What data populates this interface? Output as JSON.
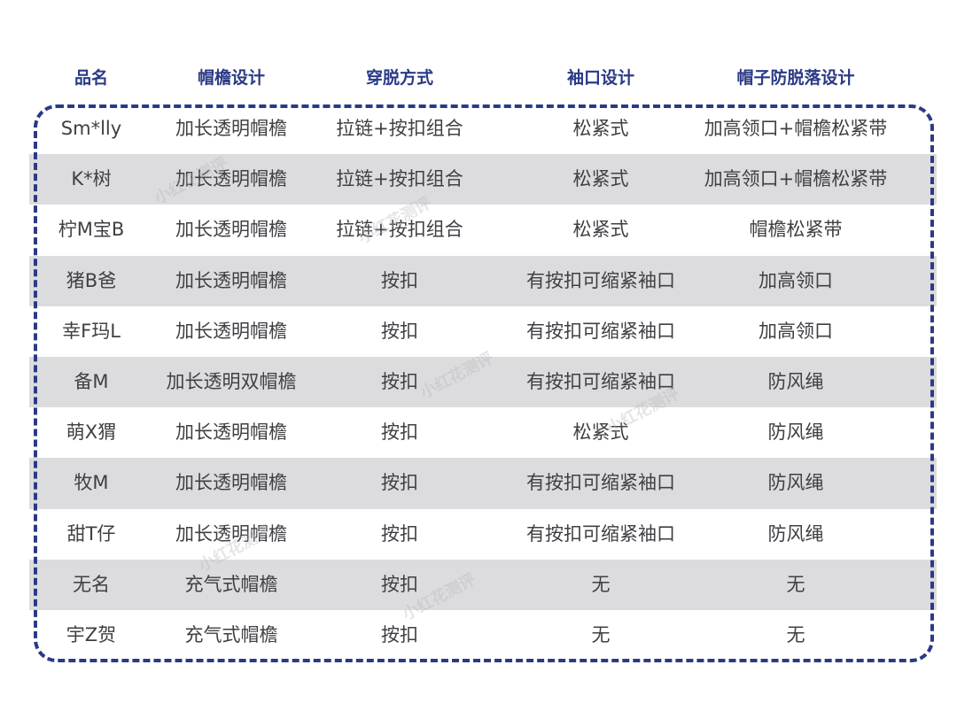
{
  "table": {
    "headers": [
      "品名",
      "帽檐设计",
      "穿脱方式",
      "袖口设计",
      "帽子防脱落设计"
    ],
    "rows": [
      [
        "Sm*lly",
        "加长透明帽檐",
        "拉链+按扣组合",
        "松紧式",
        "加高领口+帽檐松紧带"
      ],
      [
        "K*树",
        "加长透明帽檐",
        "拉链+按扣组合",
        "松紧式",
        "加高领口+帽檐松紧带"
      ],
      [
        "柠M宝B",
        "加长透明帽檐",
        "拉链+按扣组合",
        "松紧式",
        "帽檐松紧带"
      ],
      [
        "猪B爸",
        "加长透明帽檐",
        "按扣",
        "有按扣可缩紧袖口",
        "加高领口"
      ],
      [
        "幸F玛L",
        "加长透明帽檐",
        "按扣",
        "有按扣可缩紧袖口",
        "加高领口"
      ],
      [
        "备M",
        "加长透明双帽檐",
        "按扣",
        "有按扣可缩紧袖口",
        "防风绳"
      ],
      [
        "萌X猬",
        "加长透明帽檐",
        "按扣",
        "松紧式",
        "防风绳"
      ],
      [
        "牧M",
        "加长透明帽檐",
        "按扣",
        "有按扣可缩紧袖口",
        "防风绳"
      ],
      [
        "甜T仔",
        "加长透明帽檐",
        "按扣",
        "有按扣可缩紧袖口",
        "防风绳"
      ],
      [
        "无名",
        "充气式帽檐",
        "按扣",
        "无",
        "无"
      ],
      [
        "宇Z贺",
        "充气式帽檐",
        "按扣",
        "无",
        "无"
      ]
    ]
  },
  "watermark": "小红花测评",
  "colors": {
    "accent": "#2b3a86",
    "stripe": "#dcdcde",
    "text": "#3f3f44"
  }
}
